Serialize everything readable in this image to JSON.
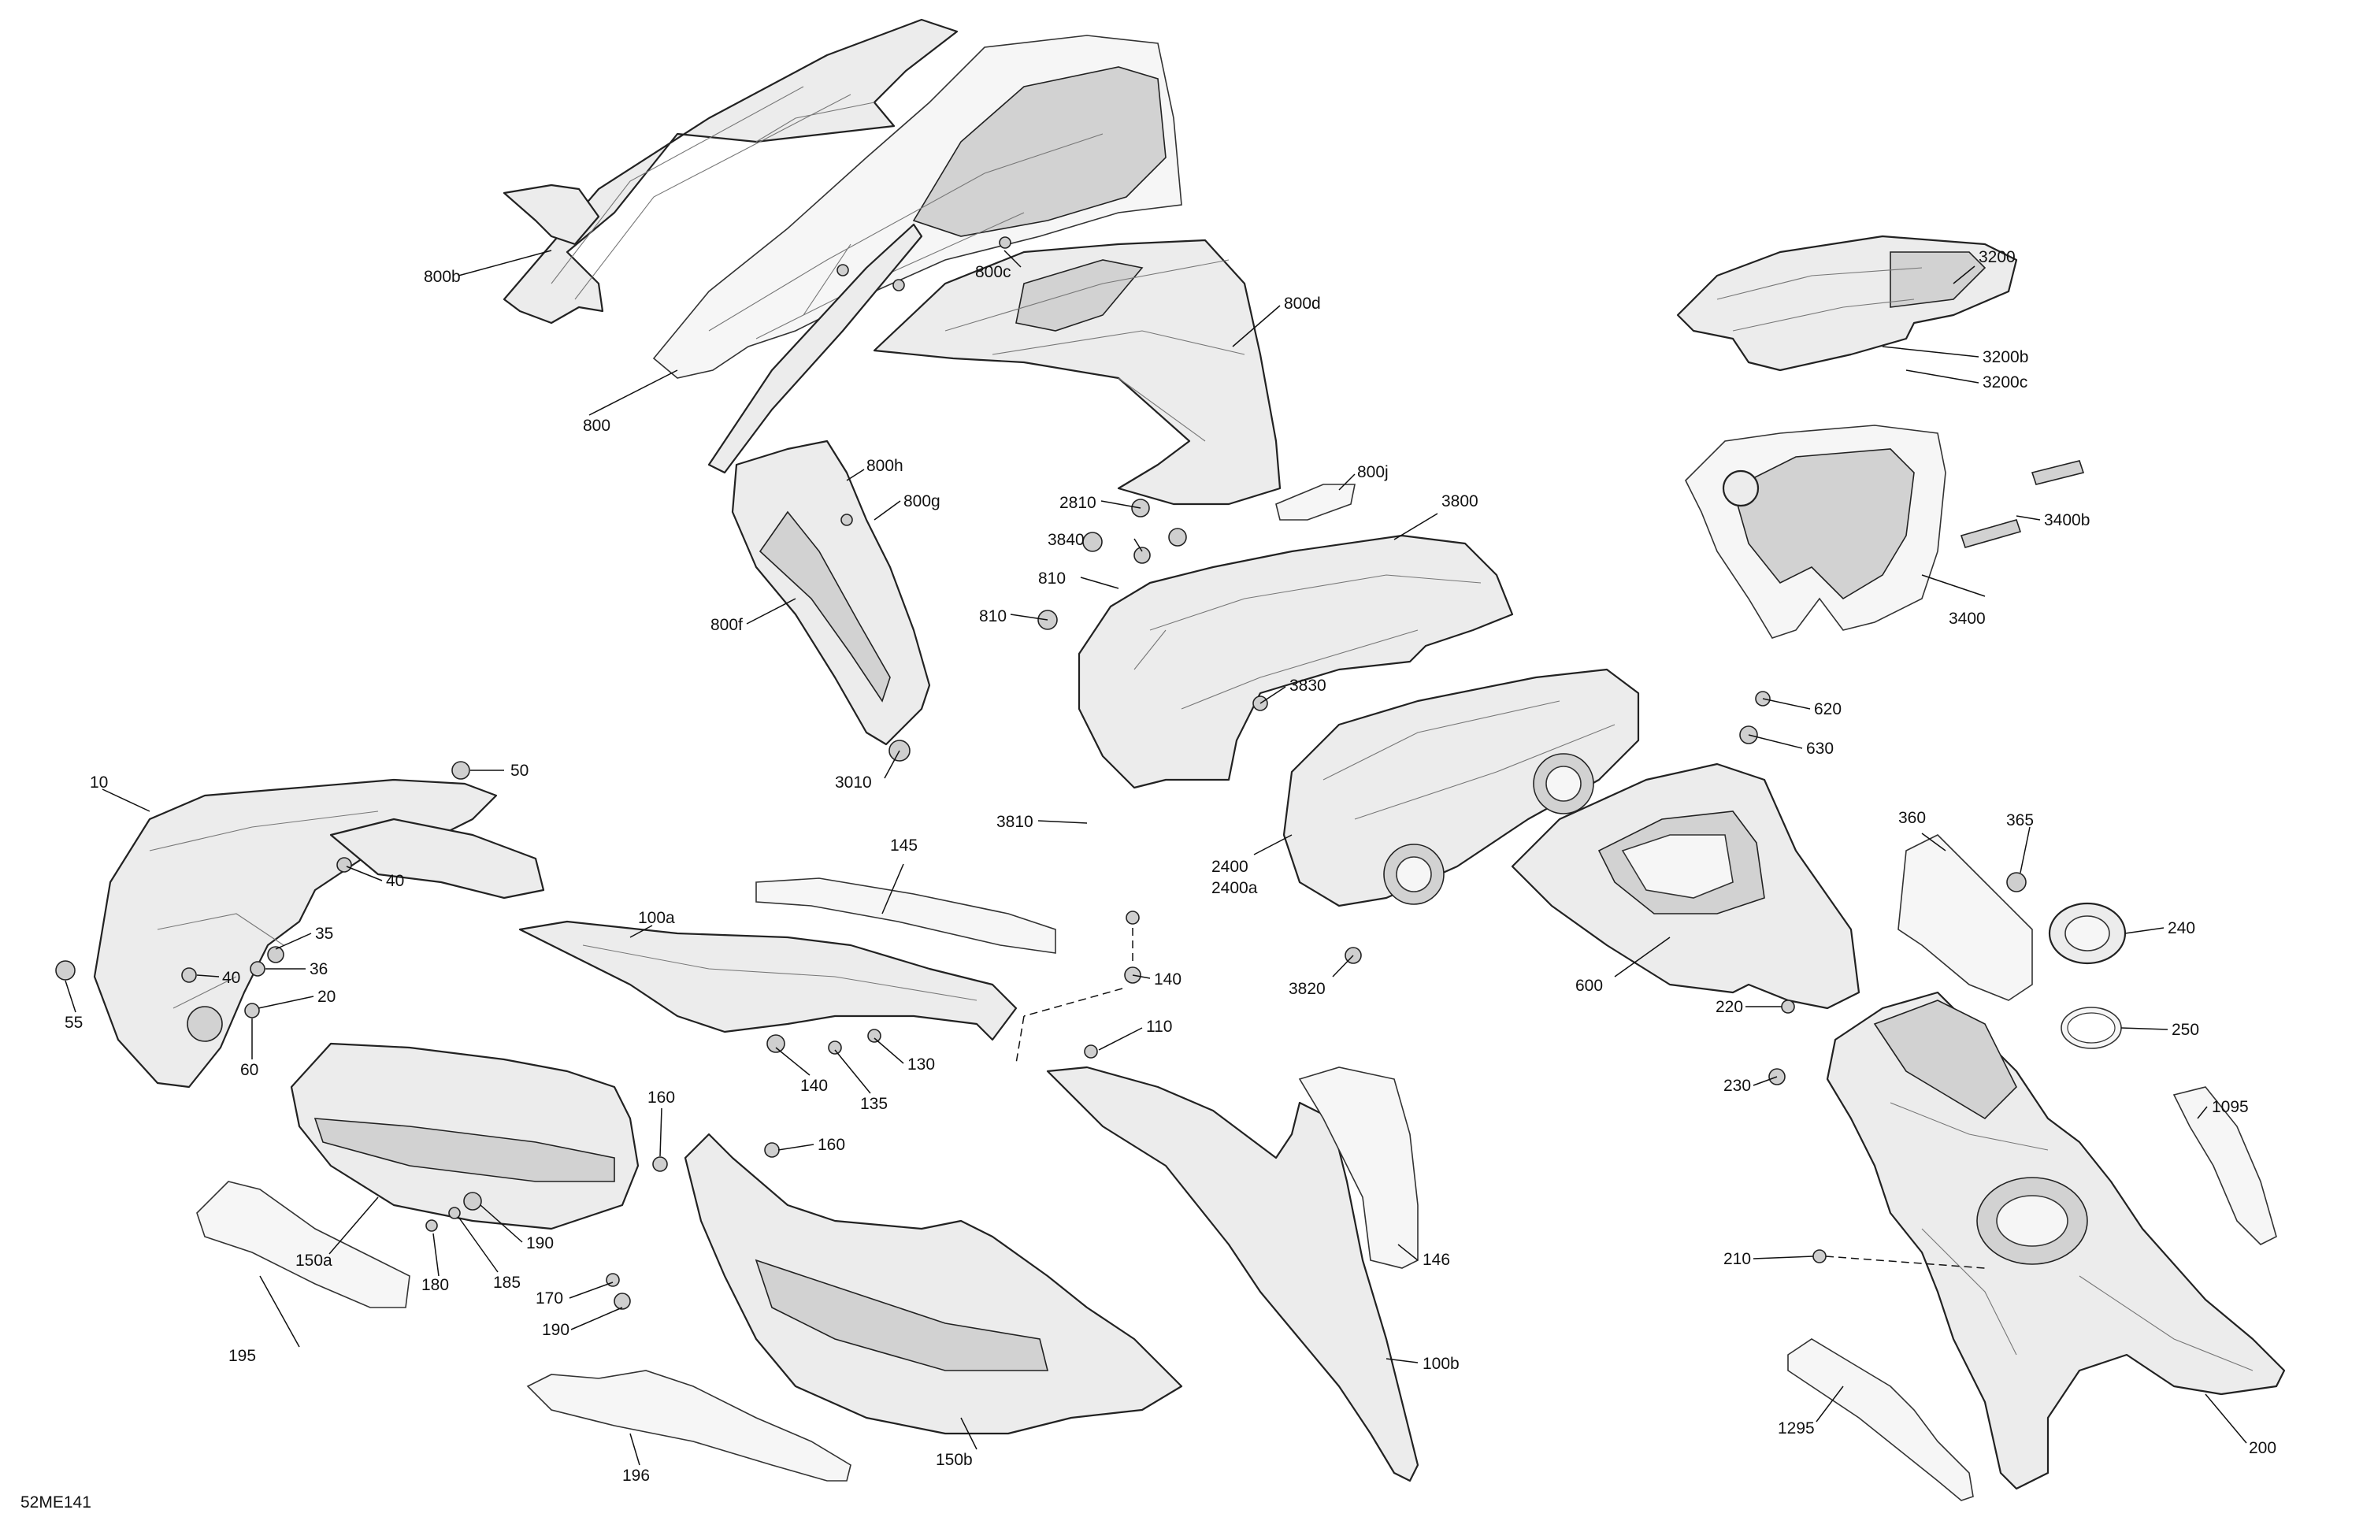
{
  "diagram_code": "52ME141",
  "labels": {
    "l800b": "800b",
    "l800c": "800c",
    "l800": "800",
    "l800d": "800d",
    "l800h": "800h",
    "l800g": "800g",
    "l800f": "800f",
    "l800j": "800j",
    "l3010": "3010",
    "l2810": "2810",
    "l3840": "3840",
    "l810a": "810",
    "l810b": "810",
    "l3800": "3800",
    "l3830": "3830",
    "l3810": "3810",
    "l2400": "2400",
    "l2400a": "2400a",
    "l3820": "3820",
    "l3200": "3200",
    "l3200b": "3200b",
    "l3200c": "3200c",
    "l3400b": "3400b",
    "l3400": "3400",
    "l620": "620",
    "l630": "630",
    "l600": "600",
    "l360": "360",
    "l365": "365",
    "l240": "240",
    "l250": "250",
    "l220": "220",
    "l230": "230",
    "l1095": "1095",
    "l210": "210",
    "l1295": "1295",
    "l200": "200",
    "l10": "10",
    "l50": "50",
    "l40a": "40",
    "l35": "35",
    "l36": "36",
    "l40b": "40",
    "l20": "20",
    "l55": "55",
    "l60": "60",
    "l145": "145",
    "l100a": "100a",
    "l140a": "140",
    "l140b": "140",
    "l130": "130",
    "l135": "135",
    "l110": "110",
    "l160a": "160",
    "l160b": "160",
    "l150a": "150a",
    "l190a": "190",
    "l185": "185",
    "l180": "180",
    "l170": "170",
    "l190b": "190",
    "l195": "195",
    "l196": "196",
    "l150b": "150b",
    "l146": "146",
    "l100b": "100b"
  }
}
